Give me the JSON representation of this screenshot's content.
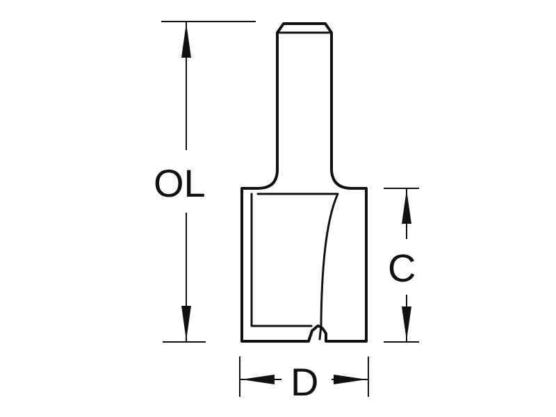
{
  "diagram": {
    "labels": {
      "overall_length": "OL",
      "cutting_length": "C",
      "diameter": "D"
    },
    "colors": {
      "line": "#111111",
      "background": "#ffffff"
    }
  }
}
